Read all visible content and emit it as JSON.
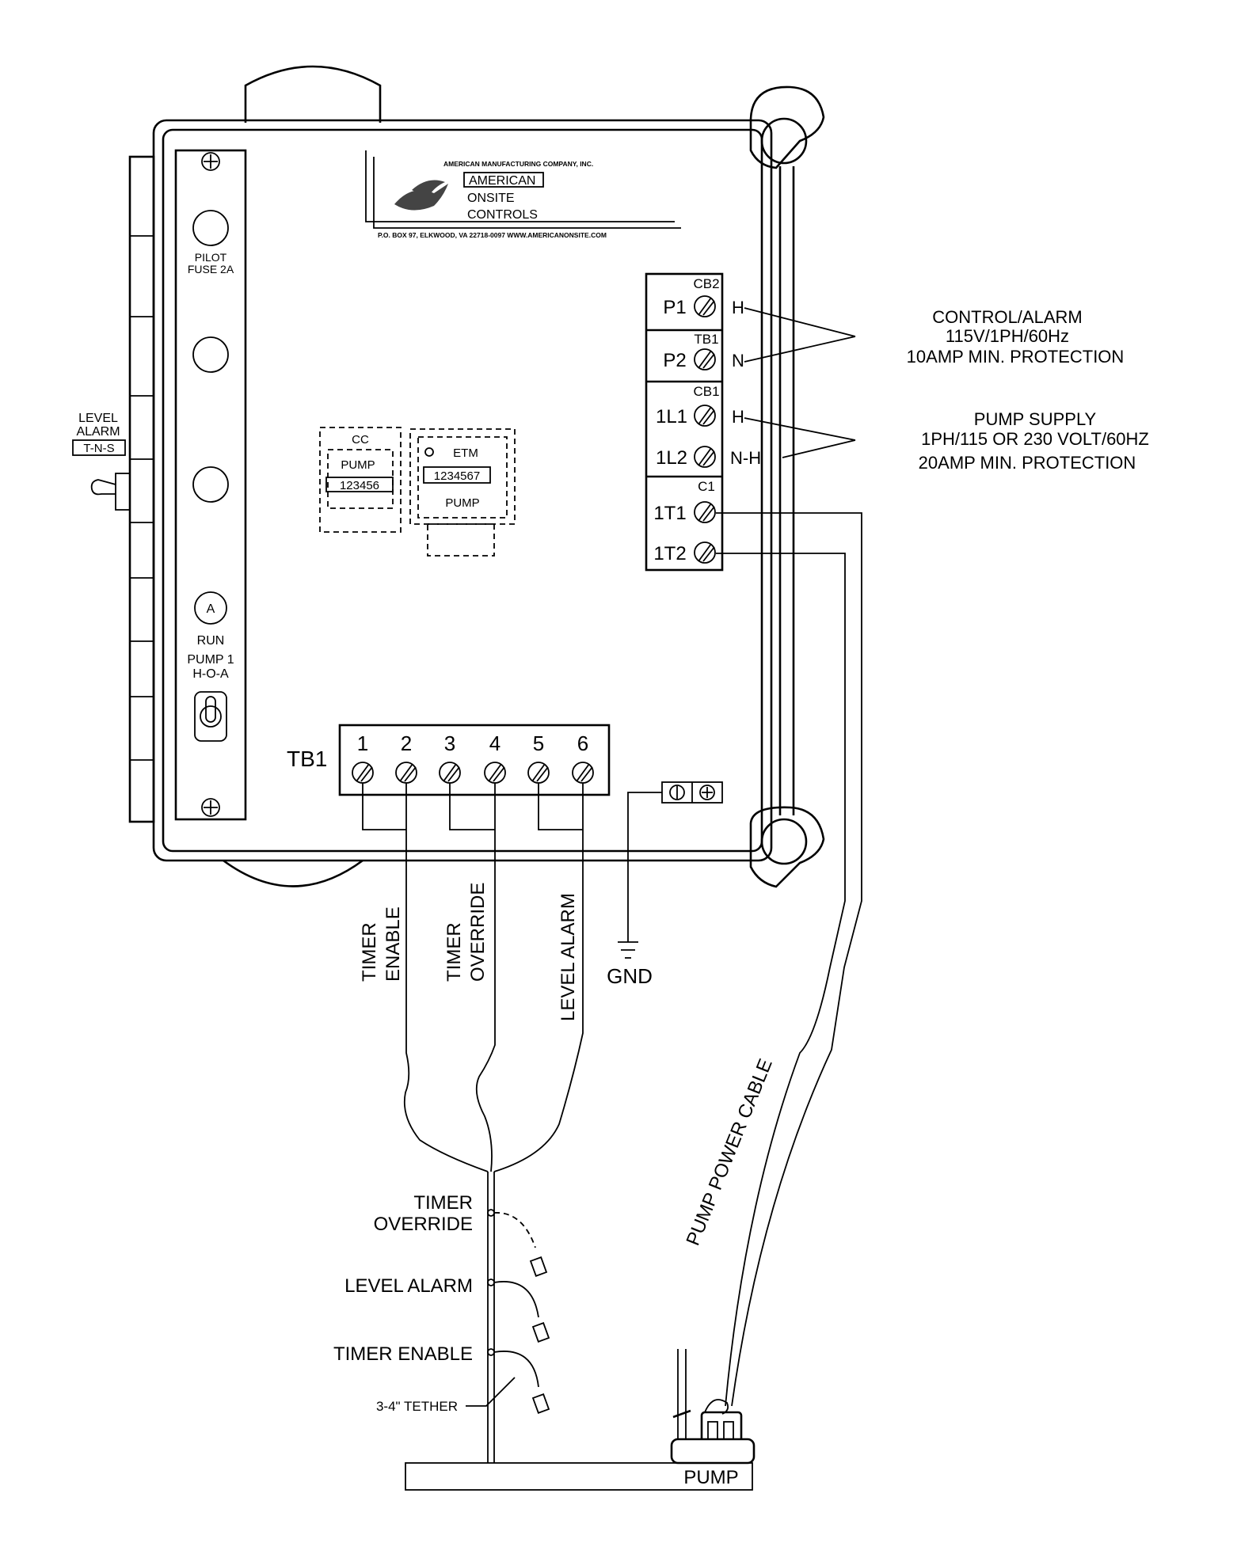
{
  "logo": {
    "company": "AMERICAN MANUFACTURING COMPANY, INC.",
    "line1": "AMERICAN",
    "line2": "ONSITE",
    "line3": "CONTROLS",
    "address": "P.O. BOX 97, ELKWOOD, VA 22718-0097 WWW.AMERICANONSITE.COM"
  },
  "panel": {
    "pilot_fuse_line1": "PILOT",
    "pilot_fuse_line2": "FUSE 2A",
    "run_light_letter": "A",
    "run_label": "RUN",
    "pump_switch_line1": "PUMP 1",
    "pump_switch_line2": "H-O-A"
  },
  "level_alarm_switch": {
    "line1": "LEVEL",
    "line2": "ALARM",
    "line3": "T-N-S"
  },
  "counter_cc": {
    "corner": "CC",
    "label": "PUMP",
    "number": "123456"
  },
  "counter_etm": {
    "corner": "ETM",
    "number": "1234567",
    "label": "PUMP"
  },
  "right_terminals": {
    "cb2": "CB2",
    "p1": "P1",
    "h1": "H",
    "tb1": "TB1",
    "p2": "P2",
    "n": "N",
    "cb1": "CB1",
    "l1": "1L1",
    "h2": "H",
    "l2": "1L2",
    "nh": "N-H",
    "c1": "C1",
    "t1": "1T1",
    "t2": "1T2"
  },
  "control_alarm_note": {
    "line1": "CONTROL/ALARM",
    "line2": "115V/1PH/60Hz",
    "line3": "10AMP MIN. PROTECTION"
  },
  "pump_supply_note": {
    "line1": "PUMP SUPPLY",
    "line2": "1PH/115 OR 230 VOLT/60HZ",
    "line3": "20AMP MIN. PROTECTION"
  },
  "tb1_strip": {
    "label": "TB1",
    "terminals": [
      "1",
      "2",
      "3",
      "4",
      "5",
      "6"
    ]
  },
  "wire_labels": {
    "timer_enable_1": "TIMER",
    "timer_enable_2": "ENABLE",
    "timer_override_1": "TIMER",
    "timer_override_2": "OVERRIDE",
    "level_alarm": "LEVEL ALARM",
    "gnd": "GND",
    "pump_power_cable": "PUMP POWER CABLE"
  },
  "float_labels": {
    "override_1": "TIMER",
    "override_2": "OVERRIDE",
    "level_alarm": "LEVEL ALARM",
    "timer_enable": "TIMER ENABLE",
    "tether": "3-4\" TETHER"
  },
  "pump_label": "PUMP"
}
